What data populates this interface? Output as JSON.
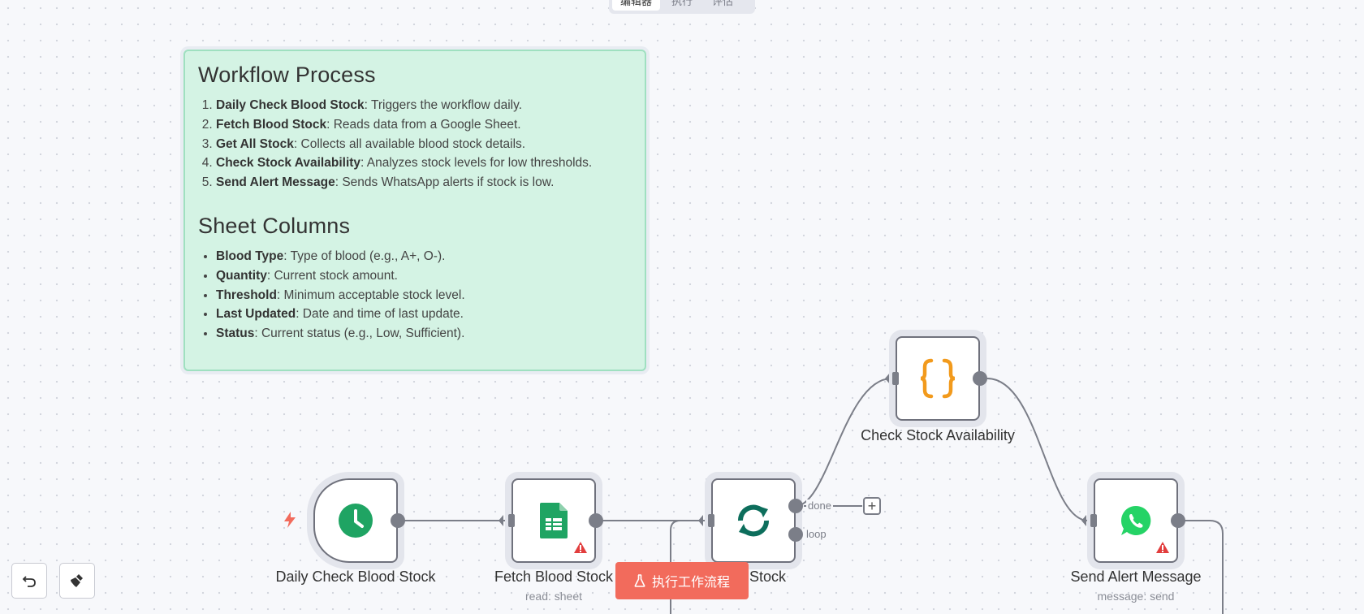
{
  "tabs": {
    "editor": "编辑器",
    "executions": "执行",
    "evaluations": "评估"
  },
  "note": {
    "heading1": "Workflow Process",
    "steps": [
      {
        "bold": "Daily Check Blood Stock",
        "text": ": Triggers the workflow daily."
      },
      {
        "bold": "Fetch Blood Stock",
        "text": ": Reads data from a Google Sheet."
      },
      {
        "bold": "Get All Stock",
        "text": ": Collects all available blood stock details."
      },
      {
        "bold": "Check Stock Availability",
        "text": ": Analyzes stock levels for low thresholds."
      },
      {
        "bold": "Send Alert Message",
        "text": ": Sends WhatsApp alerts if stock is low."
      }
    ],
    "heading2": "Sheet Columns",
    "columns": [
      {
        "bold": "Blood Type",
        "text": ": Type of blood (e.g., A+, O-)."
      },
      {
        "bold": "Quantity",
        "text": ": Current stock amount."
      },
      {
        "bold": "Threshold",
        "text": ": Minimum acceptable stock level."
      },
      {
        "bold": "Last Updated",
        "text": ": Date and time of last update."
      },
      {
        "bold": "Status",
        "text": ": Current status (e.g., Low, Sufficient)."
      }
    ]
  },
  "nodes": {
    "trigger": {
      "label": "Daily Check Blood Stock",
      "icon": "clock-icon"
    },
    "sheet": {
      "label": "Fetch Blood Stock",
      "sub": "read: sheet",
      "icon": "google-sheets-icon"
    },
    "loop": {
      "label": "ll Stock",
      "icon": "loop-icon",
      "port_done": "done",
      "port_loop": "loop"
    },
    "code": {
      "label": "Check Stock Availability",
      "icon": "code-braces-icon"
    },
    "whatsapp": {
      "label": "Send Alert Message",
      "sub": "message: send",
      "icon": "whatsapp-icon"
    }
  },
  "run_button": {
    "label": "执行工作流程"
  },
  "colors": {
    "accent": "#f26b5c",
    "sticky_bg": "#d4f3e4",
    "sheets_green": "#1fa463",
    "code_orange": "#f29a1c",
    "loop_teal": "#0d6e5c",
    "whatsapp_green": "#25d366",
    "warning_red": "#e23d3d"
  }
}
